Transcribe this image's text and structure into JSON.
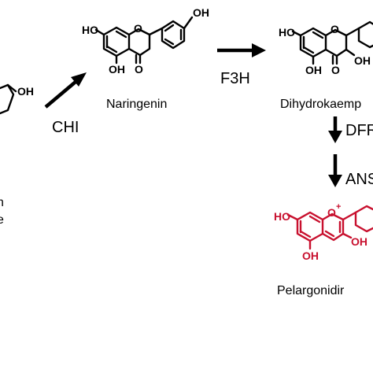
{
  "compounds": {
    "chalcone_fragment": {
      "oh": "OH",
      "name_line1": "n",
      "name_line2": "e"
    },
    "naringenin": {
      "name": "Naringenin",
      "ho": "HO",
      "o_ring": "O",
      "oh_top": "OH",
      "oh_bottom": "OH",
      "o_keto": "O"
    },
    "dihydrokaempferol": {
      "name": "Dihydrokaemp",
      "ho": "HO",
      "o_ring": "O",
      "oh_bottom": "OH",
      "o_keto": "O",
      "oh_side": "OH"
    },
    "pelargonidin": {
      "name": "Pelargonidir",
      "ho": "HO",
      "o_ring": "O",
      "plus": "+",
      "oh_side": "OH",
      "oh_bottom": "OH",
      "color": "#c8102e"
    }
  },
  "enzymes": {
    "chi": "CHI",
    "f3h": "F3H",
    "dfr": "DFR",
    "ans": "ANS"
  }
}
